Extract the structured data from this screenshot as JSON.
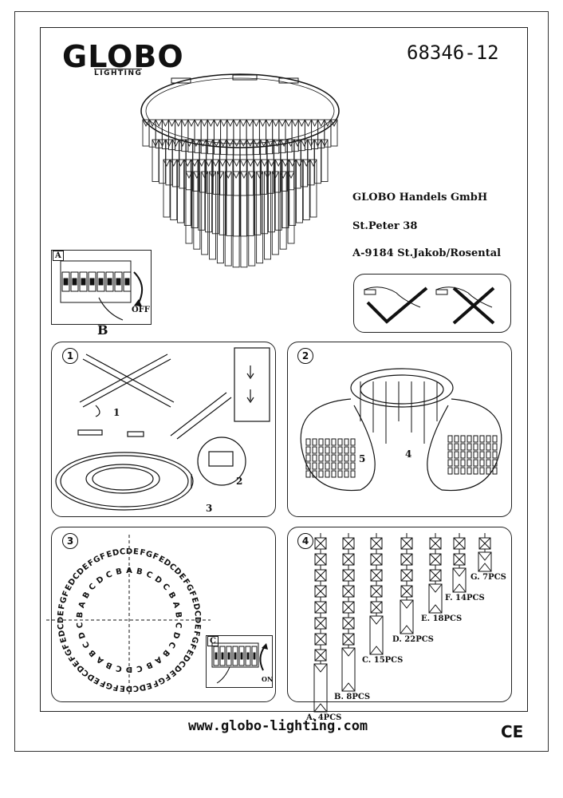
{
  "header": {
    "brand": "GLOBO",
    "brand_sub": "LIGHTING",
    "model_number": "68346-12"
  },
  "address": {
    "company": "GLOBO Handels GmbH",
    "street": "St.Peter 38",
    "city": "A-9184 St.Jakob/Rosental"
  },
  "box_a": {
    "tag": "A",
    "tag_b": "B",
    "off_label": "OFF"
  },
  "step1": {
    "num": "1",
    "marks": [
      "1",
      "2",
      "3"
    ]
  },
  "step2": {
    "num": "2",
    "marks": [
      "4",
      "5"
    ]
  },
  "step3": {
    "num": "3",
    "ring_outer": "DEFGFEDCDEFGFEDCDEFGFEDCDEFGFEDCDEFGFEDCDEFGFEDCDEFGFEDCDEFGFEDC",
    "ring_inner": "ABCDCBABCDCBABCDCBABCDCBABCDCB",
    "box_c_tag": "C",
    "on_label": "ON"
  },
  "step4": {
    "num": "4",
    "strands": [
      {
        "label": "A. 4PCS"
      },
      {
        "label": "B. 8PCS"
      },
      {
        "label": "C. 15PCS"
      },
      {
        "label": "D. 22PCS"
      },
      {
        "label": "E. 18PCS"
      },
      {
        "label": "F. 14PCS"
      },
      {
        "label": "G. 7PCS"
      }
    ]
  },
  "footer": {
    "url": "www.globo-lighting.com",
    "ce_mark": "CE"
  }
}
